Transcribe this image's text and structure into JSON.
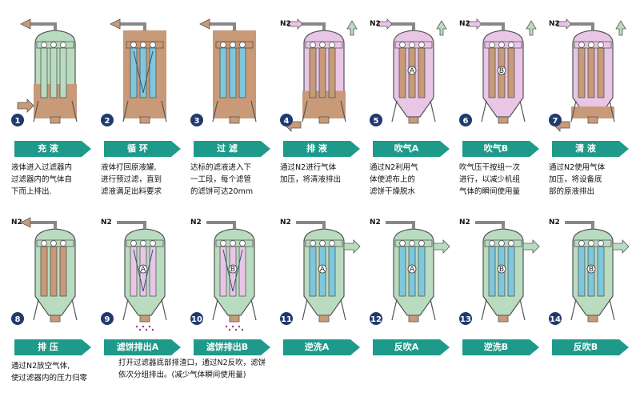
{
  "colors": {
    "green": "#b9dcc0",
    "brown": "#c89a78",
    "pink": "#e9c6e6",
    "blue": "#7ec8de",
    "accent": "#1e9a8a",
    "badge": "#1f3a6e"
  },
  "row1": [
    {
      "num": "1",
      "label": "充 液",
      "desc": [
        "液体进入过滤器内",
        "过滤器内的气体自",
        "下而上排出."
      ]
    },
    {
      "num": "2",
      "label": "循 环",
      "desc": [
        "液体打回原液罐,",
        "进行预过滤，直到",
        "滤液满足出料要求"
      ]
    },
    {
      "num": "3",
      "label": "过 滤",
      "desc": [
        "达标的滤液进入下",
        "一工段，每个滤管",
        "的滤饼可达20mm"
      ]
    },
    {
      "num": "4",
      "label": "排 液",
      "n2": "N2",
      "desc": [
        "通过N2进行气体",
        "加压，将清液排出"
      ]
    },
    {
      "num": "5",
      "label": "吹气A",
      "n2": "N2",
      "letter": "A",
      "desc": [
        "通过N2利用气",
        "体使滤布上的",
        "滤饼干燥脱水"
      ]
    },
    {
      "num": "6",
      "label": "吹气B",
      "n2": "N2",
      "letter": "B",
      "desc": [
        "吹气压干按组一次",
        "进行，以减少机组",
        "气体的瞬间使用量"
      ]
    },
    {
      "num": "7",
      "label": "清 液",
      "n2": "N2",
      "desc": [
        "通过N2使用气体",
        "加压，将设备底",
        "部的原液排出"
      ]
    }
  ],
  "row2": [
    {
      "num": "8",
      "label": "排 压",
      "n2": "N2"
    },
    {
      "num": "9",
      "label": "滤饼排出A",
      "n2": "N2",
      "letter": "A"
    },
    {
      "num": "10",
      "label": "滤饼排出B",
      "n2": "N2",
      "letter": "B"
    },
    {
      "num": "11",
      "label": "逆洗A",
      "n2": "N2",
      "letter": "A"
    },
    {
      "num": "12",
      "label": "反吹A",
      "n2": "N2",
      "letter": "A"
    },
    {
      "num": "13",
      "label": "逆洗B",
      "n2": "N2",
      "letter": "B"
    },
    {
      "num": "14",
      "label": "反吹B",
      "n2": "N2",
      "letter": "B"
    }
  ],
  "row2_desc": {
    "d8": [
      "通过N2放空气体,",
      "使过滤器内的压力归零"
    ],
    "d910": [
      "打开过滤器底部排渣口，通过N2反吹，滤饼",
      "依次分组排出。(减少气体瞬间使用量)"
    ]
  }
}
